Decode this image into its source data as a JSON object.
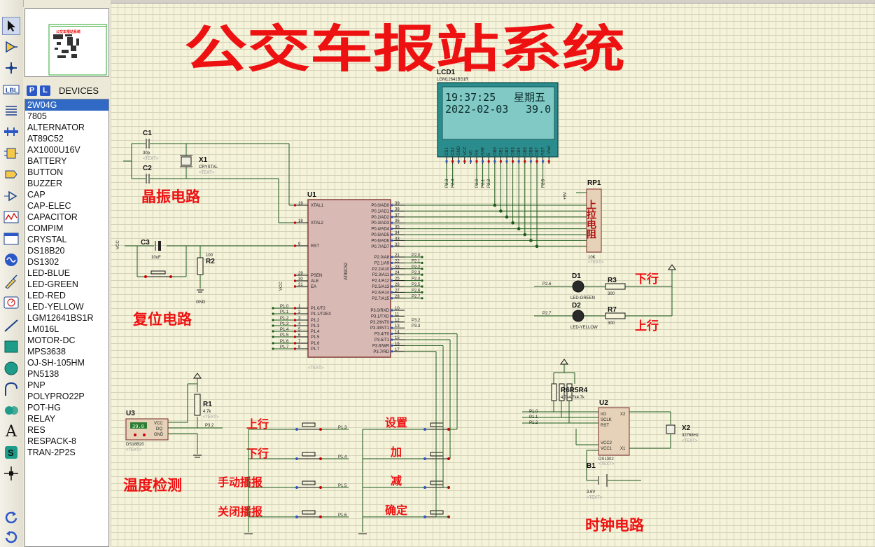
{
  "title_banner": "公交车报站系统",
  "toolbar": {
    "tools": [
      "select-arrow-icon",
      "component-icon",
      "junction-icon",
      "label-icon",
      "text-script-icon",
      "bus-icon",
      "subcircuit-icon",
      "terminal-icon",
      "port-icon",
      "graph-icon",
      "tape-icon",
      "generator-icon",
      "probe-icon",
      "instrument-icon",
      "line-icon",
      "box-icon",
      "circle-icon",
      "arc-icon",
      "path-icon",
      "text-icon",
      "symbol-icon",
      "marker-icon",
      "rotate-cw-icon",
      "rotate-ccw-icon"
    ]
  },
  "devices": {
    "p_label": "P",
    "l_label": "L",
    "header": "DEVICES",
    "items": [
      "2W04G",
      "7805",
      "ALTERNATOR",
      "AT89C52",
      "AX1000U16V",
      "BATTERY",
      "BUTTON",
      "BUZZER",
      "CAP",
      "CAP-ELEC",
      "CAPACITOR",
      "COMPIM",
      "CRYSTAL",
      "DS18B20",
      "DS1302",
      "LED-BLUE",
      "LED-GREEN",
      "LED-RED",
      "LED-YELLOW",
      "LGM12641BS1R",
      "LM016L",
      "MOTOR-DC",
      "MPS3638",
      "OJ-SH-105HM",
      "PN5138",
      "PNP",
      "POLYPRO22P",
      "POT-HG",
      "RELAY",
      "RES",
      "RESPACK-8",
      "TRAN-2P2S"
    ],
    "selected_index": 0
  },
  "lcd": {
    "ref": "LCD1",
    "model": "LGM12641BS1R",
    "line1_time": "19:37:25",
    "line1_day": "星期五",
    "line2_date": "2022-02-03",
    "line2_temp": "39.0",
    "pin_names": [
      "CS1",
      "CS2",
      "GND",
      "VCC",
      "V0",
      "RS",
      "R/W",
      "E",
      "DB0",
      "DB1",
      "DB2",
      "DB3",
      "DB4",
      "DB5",
      "DB6",
      "DB7",
      "RST",
      "-Vout"
    ]
  },
  "labels": {
    "crystal": "晶振电路",
    "reset": "复位电路",
    "temp": "温度检测",
    "clock": "时钟电路",
    "pullup": "上拉电阻",
    "down": "下行",
    "up": "上行",
    "btn_up": "上行",
    "btn_down": "下行",
    "btn_manual": "手动播报",
    "btn_close": "关闭播报",
    "btn_set": "设置",
    "btn_add": "加",
    "btn_sub": "减",
    "btn_ok": "确定"
  },
  "parts": {
    "c1": "C1",
    "c1v": "30p",
    "c2": "C2",
    "x1": "X1",
    "x1v": "CRYSTAL",
    "c3": "C3",
    "c3v": "10uF",
    "r2": "R2",
    "r2v": "100",
    "u1": "U1",
    "u1v": "AT89C52",
    "rp1": "RP1",
    "rp1v": "10K",
    "d1": "D1",
    "d1v": "LED-GREEN",
    "d2": "D2",
    "d2v": "LED-YELLOW",
    "r3": "R3",
    "r3v": "300",
    "r7": "R7",
    "r7v": "300",
    "u3": "U3",
    "u3v": "DS18B20",
    "u3read": "39.0",
    "r1": "R1",
    "r1v": "4.7k",
    "u2": "U2",
    "u2v": "DS1302",
    "r4": "R6R5R4",
    "r4v": "4.7k4.7k4.7k",
    "x2": "X2",
    "x2v": "32768Hz",
    "b1": "B1",
    "b1v": "3.6V",
    "text_ph": "<TEXT>",
    "vcc": "VCC",
    "gnd": "GND",
    "plus5": "+5V"
  },
  "u1_left_pins": [
    {
      "num": "19",
      "name": "XTAL1"
    },
    {
      "num": "18",
      "name": "XTAL2"
    },
    {
      "num": "9",
      "name": "RST"
    },
    {
      "num": "29",
      "name": "PSEN"
    },
    {
      "num": "30",
      "name": "ALE"
    },
    {
      "num": "31",
      "name": "EA"
    },
    {
      "num": "1",
      "name": "P1.0/T2"
    },
    {
      "num": "2",
      "name": "P1.1/T2EX"
    },
    {
      "num": "3",
      "name": "P1.2"
    },
    {
      "num": "4",
      "name": "P1.3"
    },
    {
      "num": "5",
      "name": "P1.4"
    },
    {
      "num": "6",
      "name": "P1.5"
    },
    {
      "num": "7",
      "name": "P1.6"
    },
    {
      "num": "8",
      "name": "P1.7"
    }
  ],
  "u1_right_pins": [
    {
      "num": "39",
      "name": "P0.0/AD0"
    },
    {
      "num": "38",
      "name": "P0.1/AD1"
    },
    {
      "num": "37",
      "name": "P0.2/AD2"
    },
    {
      "num": "36",
      "name": "P0.3/AD3"
    },
    {
      "num": "35",
      "name": "P0.4/AD4"
    },
    {
      "num": "34",
      "name": "P0.5/AD5"
    },
    {
      "num": "33",
      "name": "P0.6/AD6"
    },
    {
      "num": "32",
      "name": "P0.7/AD7"
    },
    {
      "num": "21",
      "name": "P2.0/A8"
    },
    {
      "num": "22",
      "name": "P2.1/A9"
    },
    {
      "num": "23",
      "name": "P2.2/A10"
    },
    {
      "num": "24",
      "name": "P2.3/A11"
    },
    {
      "num": "25",
      "name": "P2.4/A12"
    },
    {
      "num": "26",
      "name": "P2.5/A13"
    },
    {
      "num": "27",
      "name": "P2.6/A14"
    },
    {
      "num": "28",
      "name": "P2.7/A15"
    },
    {
      "num": "10",
      "name": "P3.0/RXD"
    },
    {
      "num": "11",
      "name": "P3.1/TXD"
    },
    {
      "num": "12",
      "name": "P3.2/INT0"
    },
    {
      "num": "13",
      "name": "P3.3/INT1"
    },
    {
      "num": "14",
      "name": "P3.4/T0"
    },
    {
      "num": "15",
      "name": "P3.5/T1"
    },
    {
      "num": "16",
      "name": "P3.6/WR"
    },
    {
      "num": "17",
      "name": "P3.7/RD"
    }
  ],
  "nets": {
    "p1": [
      "P1.0",
      "P1.1",
      "P1.2",
      "P1.3",
      "P1.4",
      "P1.5",
      "P1.6",
      "P1.7"
    ],
    "p2": [
      "P2.0",
      "P2.1",
      "P2.2",
      "P2.3",
      "P2.4",
      "P2.5",
      "P2.6",
      "P2.7"
    ],
    "p3": [
      "P3.2",
      "P3.3"
    ],
    "lcd_top": [
      "P2.3",
      "P2.4",
      "P2.0",
      "P2.1",
      "P2.2",
      "P2.5"
    ],
    "ds1302": [
      "P1.0",
      "P1.1",
      "P1.2"
    ],
    "led": [
      "P2.6",
      "P2.7"
    ],
    "btn": [
      "P1.3",
      "P1.4",
      "P1.5",
      "P1.6"
    ],
    "ds18b20": "P3.2"
  },
  "u2_pins": [
    "I/O",
    "SCLK",
    "RST",
    "VCC2",
    "VCC1",
    "X1",
    "X2"
  ],
  "u3_pins": [
    "VCC",
    "DQ",
    "GND"
  ]
}
